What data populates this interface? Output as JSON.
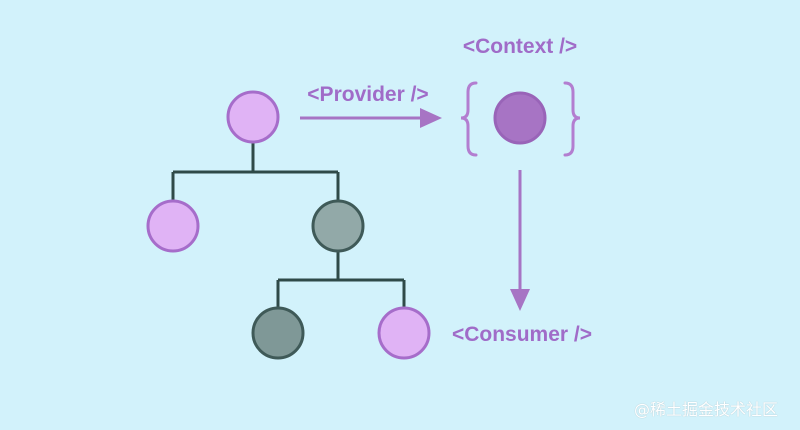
{
  "labels": {
    "context": "<Context />",
    "provider": "<Provider />",
    "consumer": "<Consumer />"
  },
  "watermark": "@稀土掘金技术社区",
  "colors": {
    "background": "#d2f2fb",
    "purple_label": "#a06cc8",
    "provider_node_fill": "#e0b3f5",
    "provider_node_stroke": "#a66dca",
    "context_node_fill": "#a774c4",
    "context_node_stroke": "#9964b8",
    "other_node_fill": "#92a9a8",
    "other_node_stroke": "#3f5a58",
    "tree_line": "#2f4a48",
    "arrow": "#a774c4",
    "brace": "#b37ed0"
  },
  "tree": {
    "nodes": [
      {
        "id": "root",
        "role": "provider"
      },
      {
        "id": "left-child",
        "role": "consumer"
      },
      {
        "id": "right-child",
        "role": "other"
      },
      {
        "id": "grandchild-left",
        "role": "other"
      },
      {
        "id": "grandchild-right",
        "role": "consumer"
      }
    ]
  }
}
